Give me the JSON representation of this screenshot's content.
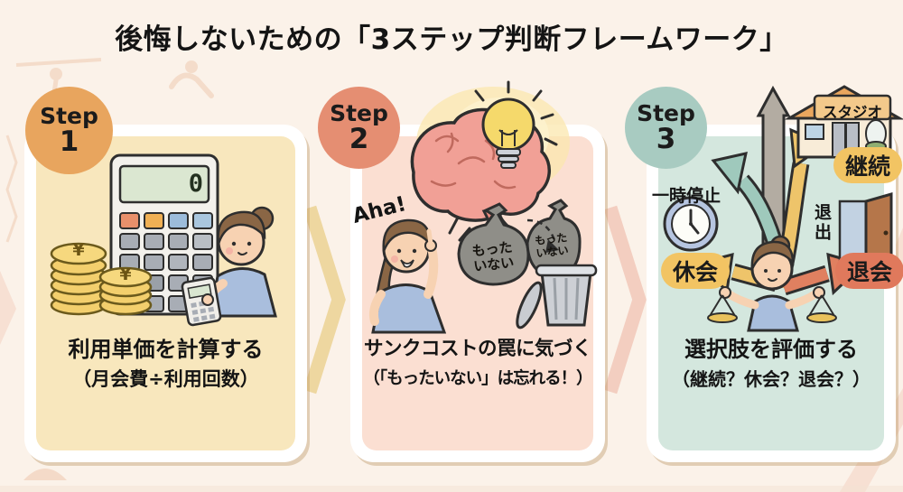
{
  "title": "後悔しないための「3ステップ判断フレームワーク」",
  "steps": [
    {
      "badge_label": "Step",
      "badge_number": "1",
      "caption_line1": "利用単価を計算する",
      "caption_line2": "（月会費÷利用回数）",
      "calc_display": "0",
      "coin_symbol": "¥"
    },
    {
      "badge_label": "Step",
      "badge_number": "2",
      "caption_line1": "サンクコストの罠に気づく",
      "caption_line2": "（「もったいない」は忘れる！）",
      "aha_label": "Aha!",
      "bag_front_line1": "もった",
      "bag_front_line2": "いない",
      "bag_back_line1": "もった",
      "bag_back_line2": "いない"
    },
    {
      "badge_label": "Step",
      "badge_number": "3",
      "caption_line1": "選択肢を評価する",
      "caption_line2": "（継続？休会？退会？）",
      "studio_sign": "スタジオ",
      "continue_label": "継続",
      "pause_label": "一時停止",
      "suspend_label": "休会",
      "exit_label": "退出",
      "quit_label": "退会"
    }
  ],
  "colors": {
    "background": "#fbf2e9",
    "step1_badge": "#e8a55e",
    "step2_badge": "#e58e72",
    "step3_badge": "#a8cbc1",
    "card1_fill": "#f8e7bd",
    "card2_fill": "#fbdfd2",
    "card3_fill": "#d4e7de",
    "pill_yellow": "#f2c463",
    "pill_salmon": "#e0795c",
    "chevron1": "#eed7a0",
    "chevron2": "#f3cec0"
  }
}
